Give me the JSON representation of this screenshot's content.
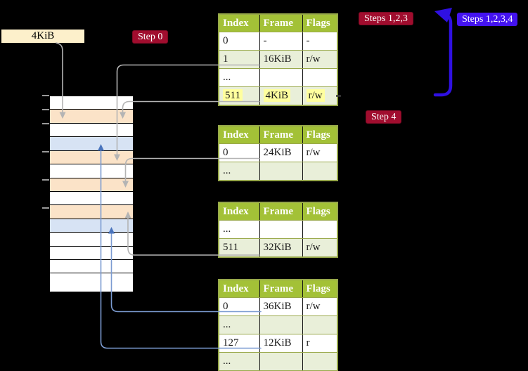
{
  "page_size_label": "4KiB",
  "badges": {
    "step0": "Step 0",
    "steps123": "Steps 1,2,3",
    "steps1234": "Steps 1,2,3,4",
    "step4": "Step 4"
  },
  "memory_rows": [
    "white",
    "orange",
    "white",
    "blue",
    "orange",
    "white",
    "orange",
    "white",
    "orange",
    "blue",
    "white",
    "white",
    "white",
    "white"
  ],
  "tables": [
    {
      "name": "page-table-step0",
      "headers": [
        "Index",
        "Frame",
        "Flags"
      ],
      "rows": [
        {
          "cells": [
            "0",
            "-",
            "-"
          ],
          "highlighted": false
        },
        {
          "cells": [
            "1",
            "16KiB",
            "r/w"
          ],
          "highlighted": false
        },
        {
          "cells": [
            "...",
            "",
            ""
          ],
          "highlighted": false
        },
        {
          "cells": [
            "511",
            "4KiB",
            "r/w"
          ],
          "highlighted": true
        }
      ]
    },
    {
      "name": "page-table-a",
      "headers": [
        "Index",
        "Frame",
        "Flags"
      ],
      "rows": [
        {
          "cells": [
            "0",
            "24KiB",
            "r/w"
          ],
          "highlighted": false
        },
        {
          "cells": [
            "...",
            "",
            ""
          ],
          "highlighted": false
        }
      ]
    },
    {
      "name": "page-table-b",
      "headers": [
        "Index",
        "Frame",
        "Flags"
      ],
      "rows": [
        {
          "cells": [
            "...",
            "",
            ""
          ],
          "highlighted": false
        },
        {
          "cells": [
            "511",
            "32KiB",
            "r/w"
          ],
          "highlighted": false
        }
      ]
    },
    {
      "name": "page-table-c",
      "headers": [
        "Index",
        "Frame",
        "Flags"
      ],
      "rows": [
        {
          "cells": [
            "0",
            "36KiB",
            "r/w"
          ],
          "highlighted": false
        },
        {
          "cells": [
            "...",
            "",
            ""
          ],
          "highlighted": false
        },
        {
          "cells": [
            "127",
            "12KiB",
            "r"
          ],
          "highlighted": false
        },
        {
          "cells": [
            "...",
            "",
            ""
          ],
          "highlighted": false
        }
      ]
    }
  ],
  "colors": {
    "background": "#000000",
    "table_header_green": "#a3c137",
    "table_row_green": "#e9efd9",
    "table_border_olive": "#97a84a",
    "frame_orange": "#fbe3c8",
    "frame_blue": "#d7e3f4",
    "badge_red": "#a00d2e",
    "badge_blue": "#4413ef",
    "loop_arrow_blue": "#2f10e2",
    "connector_gray": "#b4b4b4",
    "connector_steelblue": "#7b9bd1",
    "highlight_yellow": "#ffff9e",
    "size_label_bg": "#fdf0cb"
  }
}
